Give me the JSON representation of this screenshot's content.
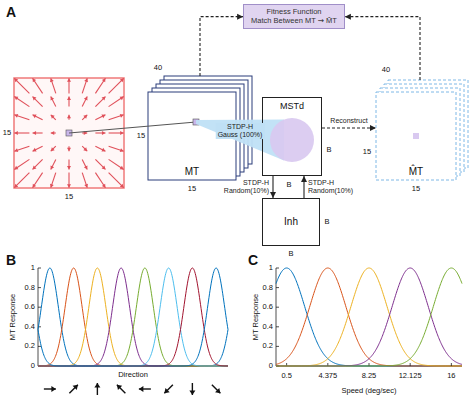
{
  "diagram": {
    "nodes": [
      {
        "text": [
          "Fitness Function",
          "Match Between MT ⇝ M̂T"
        ]
      },
      {
        "text": [
          "MT"
        ]
      },
      {
        "text": [
          "MSTd"
        ]
      },
      {
        "text": [
          "Inh"
        ]
      },
      {
        "text": [
          "M̂T"
        ]
      }
    ],
    "edges": [
      {
        "from": 1,
        "to": 2,
        "arrow": "none",
        "label": "STDP-H Gauss (100%)"
      },
      {
        "from": 2,
        "to": 3,
        "arrow": "to",
        "label": "STDP-H Random(10%)"
      },
      {
        "from": 3,
        "to": 2,
        "arrow": "to",
        "label": "STDP-H Random(10%)"
      },
      {
        "from": 2,
        "to": 4,
        "arrow": "to",
        "label": "Reconstruct"
      },
      {
        "from": 1,
        "to": 0,
        "arrow": "to"
      },
      {
        "from": 4,
        "to": 0,
        "arrow": "to"
      }
    ],
    "labels": [
      "A",
      "15",
      "15",
      "15",
      "15",
      "40",
      "B",
      "B",
      "B",
      "B",
      "15",
      "15",
      "40",
      "B",
      "MT Response",
      "0",
      "0.2",
      "0.4",
      "0.6",
      "0.8",
      "1",
      "Direction",
      "C",
      "MT Response",
      "0",
      "0.2",
      "0.4",
      "0.6",
      "0.8",
      "1",
      "0.5",
      "4.375",
      "8.25",
      "12.125",
      "16",
      "Speed (deg/sec)"
    ]
  }
}
